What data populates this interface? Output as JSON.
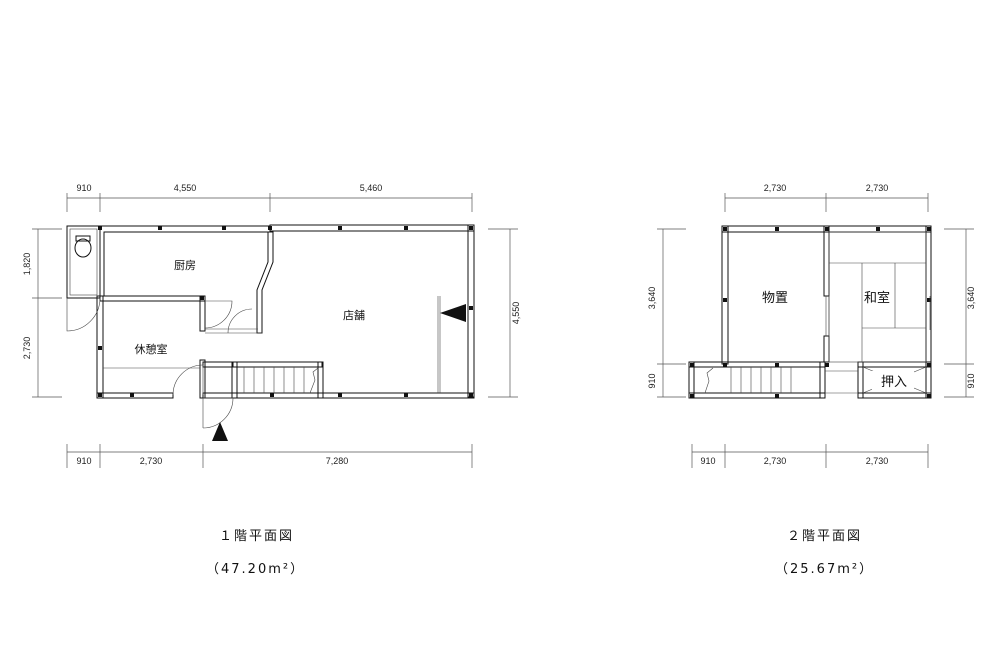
{
  "floor1": {
    "title": "１階平面図",
    "area": "（47.20m²）",
    "rooms": {
      "kitchen": "厨房",
      "shop": "店舗",
      "rest": "休憩室"
    },
    "dims": {
      "top": [
        "910",
        "4,550",
        "5,460"
      ],
      "bottom": [
        "910",
        "2,730",
        "7,280"
      ],
      "left": [
        "1,820",
        "2,730"
      ],
      "right": "4,550"
    }
  },
  "floor2": {
    "title": "２階平面図",
    "area": "（25.67m²）",
    "rooms": {
      "storage": "物置",
      "washitsu": "和室",
      "closet": "押入"
    },
    "dims": {
      "top": [
        "2,730",
        "2,730"
      ],
      "bottom": [
        "910",
        "2,730",
        "2,730"
      ],
      "left": [
        "3,640",
        "910"
      ],
      "right": [
        "3,640",
        "910"
      ]
    }
  },
  "colors": {
    "line": "#111111",
    "dim": "#555555",
    "background": "#ffffff"
  }
}
